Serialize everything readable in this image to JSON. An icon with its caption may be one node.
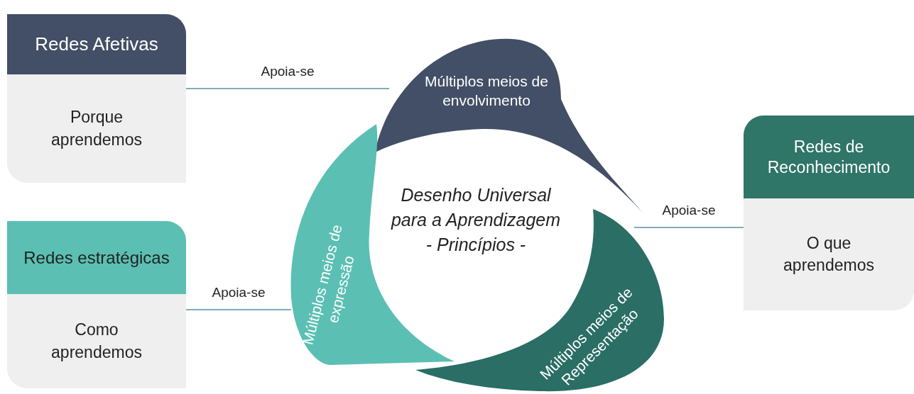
{
  "diagram": {
    "nodes": [
      {
        "text": [
          "Redes Afetivas",
          "Porque aprendemos"
        ]
      },
      {
        "text": [
          "Múltiplos meios de envolvimento"
        ]
      },
      {
        "text": [
          "Redes de Reconhecimento",
          "O que aprendemos"
        ]
      },
      {
        "text": [
          "Múltiplos meios de expressão"
        ]
      },
      {
        "text": [
          "Múltiplos meios de Representação"
        ]
      },
      {
        "text": [
          "Redes estratégicas",
          "Como aprendemos"
        ]
      }
    ],
    "edges": [
      {
        "from": 0,
        "to": 1,
        "arrow": "none",
        "label": "Apoia-se"
      },
      {
        "from": 2,
        "to": 4,
        "arrow": "none",
        "label": "Apoia-se"
      },
      {
        "from": 5,
        "to": 3,
        "arrow": "none",
        "label": "Apoia-se"
      }
    ],
    "labels": [
      "Desenho Universal para a Aprendizagem - Princípios -"
    ]
  }
}
